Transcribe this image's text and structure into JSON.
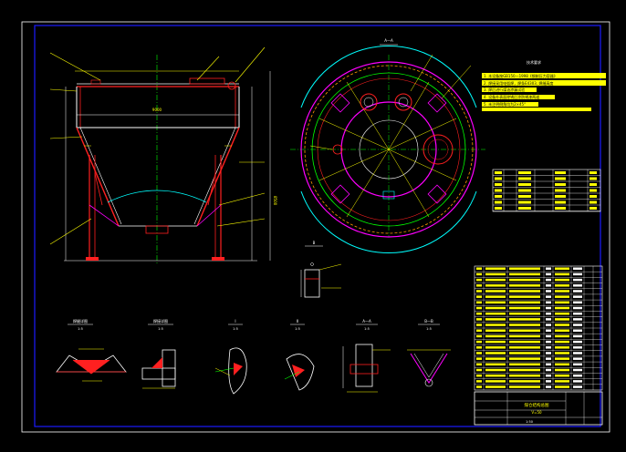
{
  "colors": {
    "background": "#000000",
    "frame": "#1a1aff",
    "outline": "#ffffff",
    "shell": "#ff2020",
    "dimension": "#ffff00",
    "centerline": "#00ff00",
    "accent": "#ff00ff",
    "cyan": "#00ffff",
    "orange": "#ff9900"
  },
  "section_labels": {
    "plan_view": "A—A",
    "detail_small": "B",
    "detail_1": "焊缝详图",
    "detail_2": "焊接详图",
    "detail_3": "I",
    "detail_4": "II",
    "detail_5": "A—A",
    "detail_6": "B—B"
  },
  "detail_scale": "1:5",
  "main_view": {
    "top_dim": "9000",
    "height_dim": "8500"
  },
  "notes": {
    "heading": "技术要求",
    "lines": [
      "1. 本设备按GB150—1998《钢制压力容器》",
      "2. 焊接采用电弧焊，焊条E4303, 焊缝高度",
      "3. 焊后进行煤油渗漏试验",
      "4. 设备外表面除锈后涂防锈漆两道",
      "5. 未注明倒角均为2×45°"
    ]
  },
  "nozzle_table": {
    "rows": 7
  },
  "parts_list": {
    "header": "明细表",
    "rows": 22
  },
  "title_block": {
    "drawing_title": "煤仓结构总图",
    "drawing_no": "V=50",
    "scale": "1:50"
  }
}
